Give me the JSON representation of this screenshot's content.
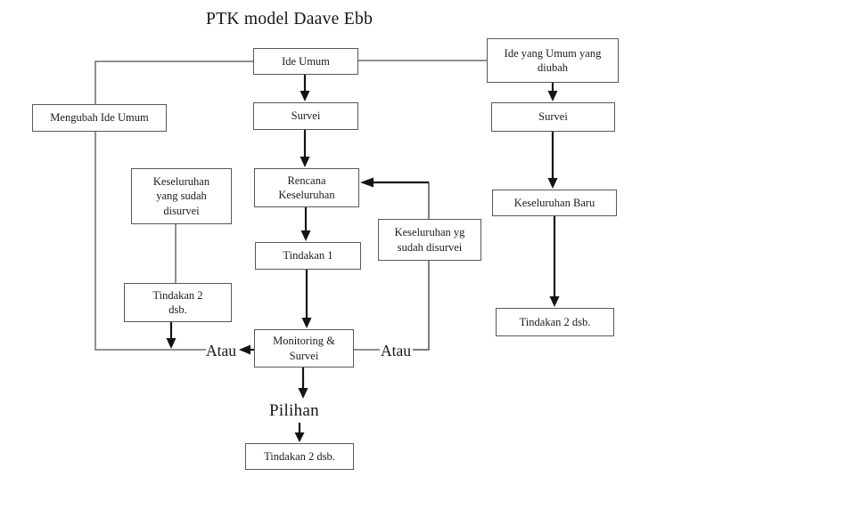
{
  "title": "PTK model Daave Ebb",
  "nodes": {
    "ide_umum": {
      "label": "Ide Umum"
    },
    "ide_yang_umum_yang_diubah": {
      "label": "Ide yang Umum yang\ndiubah"
    },
    "mengubah_ide_umum": {
      "label": "Mengubah Ide Umum"
    },
    "survei_tengah": {
      "label": "Survei"
    },
    "survei_kanan": {
      "label": "Survei"
    },
    "keseluruhan_yang_sudah_disurvei": {
      "label": "Keseluruhan\nyang sudah\ndisurvei"
    },
    "rencana_keseluruhan": {
      "label": "Rencana\nKeseluruhan"
    },
    "keseluruhan_baru": {
      "label": "Keseluruhan Baru"
    },
    "keseluruhan_yg_sudah_disurvei": {
      "label": "Keseluruhan yg\nsudah disurvei"
    },
    "tindakan_1": {
      "label": "Tindakan 1"
    },
    "tindakan_2_kiri": {
      "label": "Tindakan 2\ndsb."
    },
    "tindakan_2_kanan": {
      "label": "Tindakan 2 dsb."
    },
    "monitoring_survei": {
      "label": "Monitoring &\nSurvei"
    },
    "tindakan_2_bawah": {
      "label": "Tindakan 2 dsb."
    }
  },
  "floating_labels": {
    "pilihan": "Pilihan",
    "atau_kiri": "Atau",
    "atau_kanan": "Atau"
  },
  "edges": [
    {
      "from": "ide_umum",
      "to": "survei_tengah",
      "style": "arrow"
    },
    {
      "from": "survei_tengah",
      "to": "rencana_keseluruhan",
      "style": "arrow"
    },
    {
      "from": "rencana_keseluruhan",
      "to": "tindakan_1",
      "style": "arrow"
    },
    {
      "from": "tindakan_1",
      "to": "monitoring_survei",
      "style": "arrow"
    },
    {
      "from": "monitoring_survei",
      "to": "pilihan",
      "style": "arrow"
    },
    {
      "from": "pilihan",
      "to": "tindakan_2_bawah",
      "style": "arrow"
    },
    {
      "from": "ide_umum",
      "to": "ide_yang_umum_yang_diubah",
      "style": "line"
    },
    {
      "from": "ide_yang_umum_yang_diubah",
      "to": "survei_kanan",
      "style": "arrow"
    },
    {
      "from": "survei_kanan",
      "to": "keseluruhan_baru",
      "style": "arrow"
    },
    {
      "from": "keseluruhan_baru",
      "to": "tindakan_2_kanan",
      "style": "arrow"
    },
    {
      "from": "keseluruhan_yang_sudah_disurvei",
      "to": "tindakan_2_kiri",
      "style": "line"
    },
    {
      "from": "tindakan_2_kiri",
      "to": "atau_kiri",
      "style": "arrow"
    },
    {
      "from": "monitoring_survei",
      "to": "atau_kiri",
      "style": "arrow",
      "label": "Atau"
    },
    {
      "from": "atau_kiri",
      "to": "ide_umum",
      "via": "mengubah_ide_umum",
      "style": "line"
    },
    {
      "from": "monitoring_survei",
      "via": "atau_kanan, keseluruhan_yg_sudah_disurvei",
      "to": "rencana_keseluruhan",
      "style": "arrow",
      "label": "Atau"
    }
  ],
  "colors": {
    "background": "#ffffff",
    "box_border": "#585858",
    "text": "#1c1c1c",
    "arrow": "#141414",
    "connector": "#6b6b6b"
  }
}
